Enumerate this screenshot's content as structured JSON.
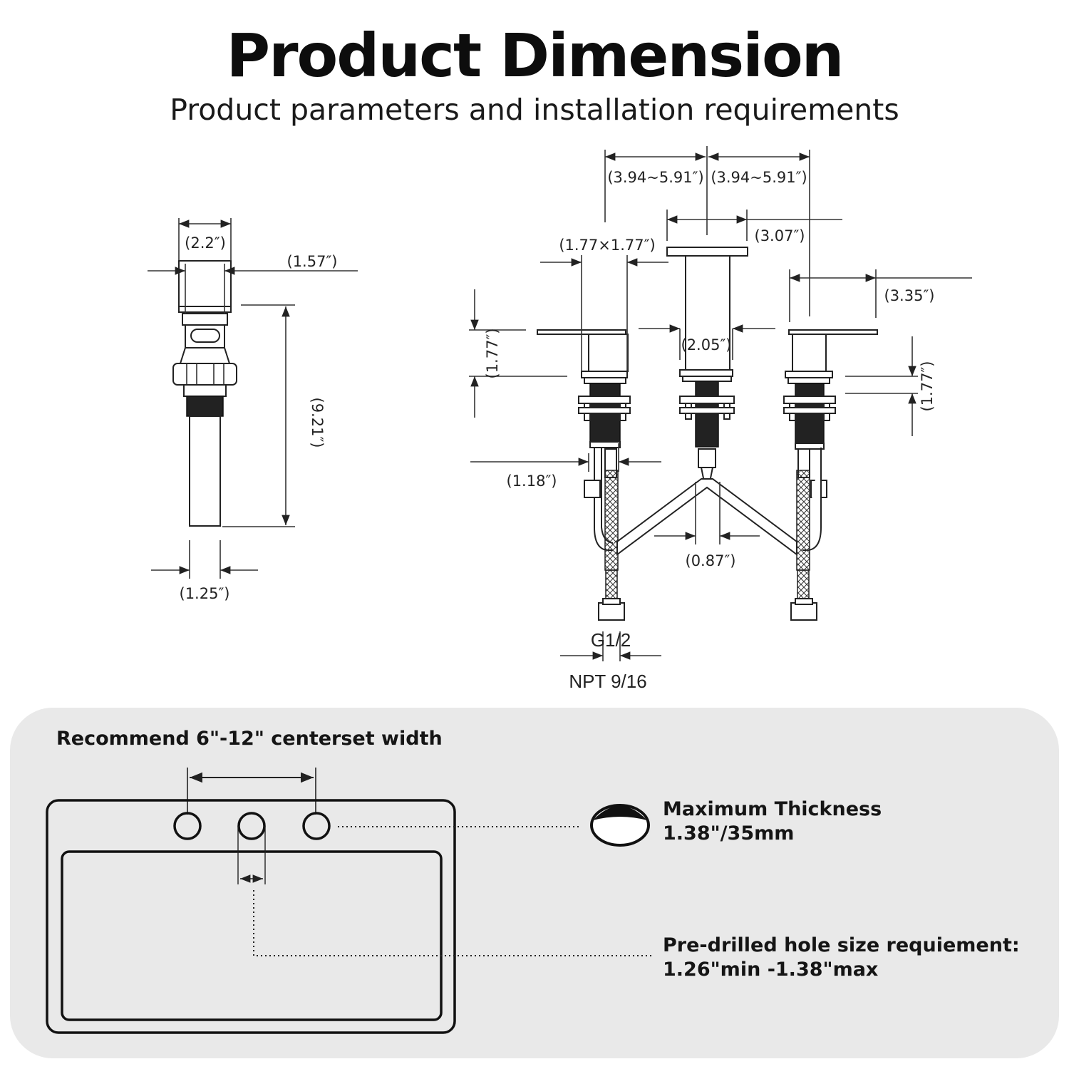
{
  "header": {
    "title": "Product Dimension",
    "subtitle": "Product parameters and installation requirements"
  },
  "drain_dimensions": {
    "top_width": "(2.2″)",
    "cap_offset": "(1.57″)",
    "total_height": "(9.21″)",
    "tail_diameter": "(1.25″)"
  },
  "faucet_dimensions": {
    "left_spread": "(3.94~5.91″)",
    "right_spread": "(3.94~5.91″)",
    "spout_top": "(3.07″)",
    "handle_base": "(1.77×1.77″)",
    "handle_length": "(3.35″)",
    "left_height": "(1.77″)",
    "spout_base": "(2.05″)",
    "right_height": "(1.77″)",
    "shank_width": "(1.18″)",
    "tee_width": "(0.87″)",
    "connector_thread": "G1/2",
    "connector_npt": "NPT 9/16"
  },
  "installation": {
    "centerset_label": "Recommend 6\"-12\" centerset width",
    "thickness_label": "Maximum Thickness",
    "thickness_value": "1.38\"/35mm",
    "hole_label": "Pre-drilled hole size requiement:",
    "hole_value": "1.26\"min -1.38\"max"
  },
  "colors": {
    "panel_background": "#e9e9e9",
    "line": "#222222"
  }
}
